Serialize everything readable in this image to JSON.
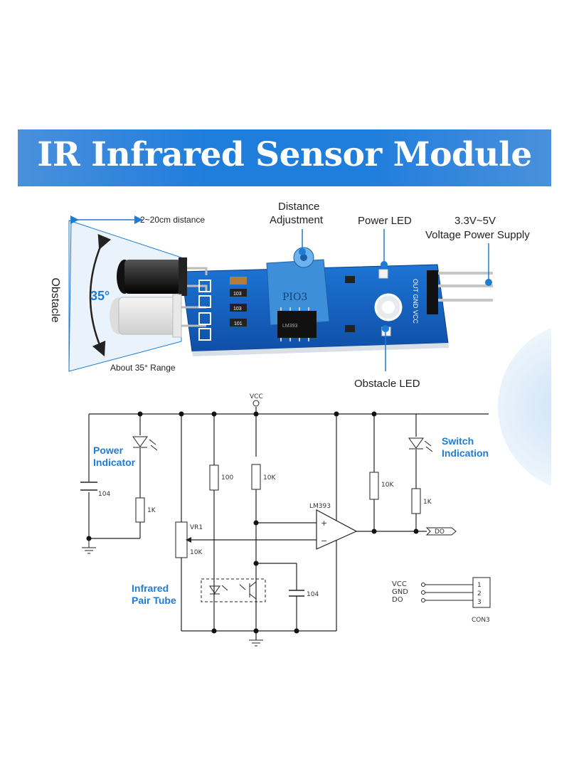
{
  "title": "IR Infrared Sensor Module",
  "module": {
    "distance_label": "2~20cm distance",
    "obstacle_label": "Obstacle",
    "angle_label": "35°",
    "range_label": "About 35° Range",
    "distance_adjustment": [
      "Distance",
      "Adjustment"
    ],
    "power_led": "Power LED",
    "supply": [
      "3.3V~5V",
      "Voltage Power Supply"
    ],
    "obstacle_led": "Obstacle LED",
    "pot_marking": "PIO3",
    "pin_marking": "OUT GND VCC",
    "chip_marking": "LM393",
    "resistor_markings": [
      "103",
      "103",
      "101"
    ]
  },
  "schematic": {
    "vcc": "VCC",
    "power_indicator": [
      "Power",
      "Indicator"
    ],
    "switch_indication": [
      "Switch",
      "Indication"
    ],
    "infrared_pair": [
      "Infrared",
      "Pair Tube"
    ],
    "cap_left": "104",
    "res_1k_left": "1K",
    "res_100": "100",
    "res_10k_mid": "10K",
    "opamp": "LM393",
    "vr": "VR1",
    "vr_value": "10K",
    "res_10k_right": "10K",
    "res_1k_right": "1K",
    "output": "DO",
    "cap_bottom": "104",
    "conn_labels": [
      "VCC",
      "GND",
      "DO"
    ],
    "conn_pins": [
      "1",
      "2",
      "3"
    ],
    "conn_name": "CON3"
  },
  "colors": {
    "banner": "#1f7ddc",
    "accent_text": "#1e7bd6",
    "pcb": "#1565c0"
  }
}
